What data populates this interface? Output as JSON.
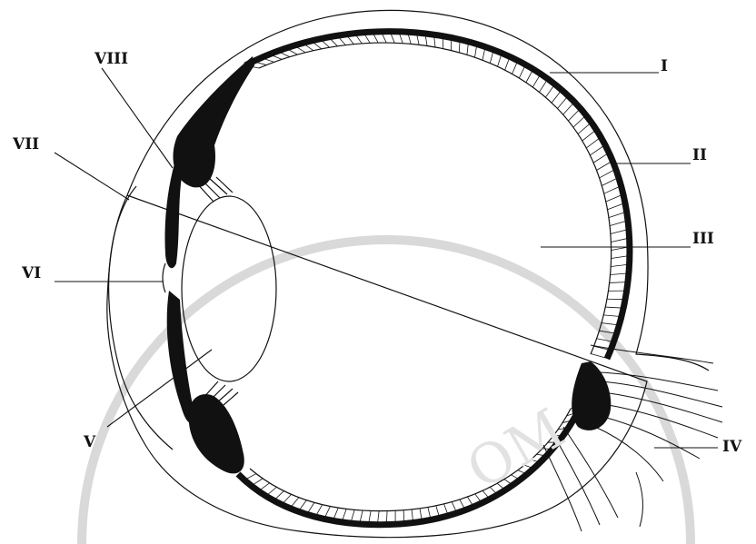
{
  "diagram": {
    "labels": {
      "I": "I",
      "II": "II",
      "III": "III",
      "IV": "IV",
      "V": "V",
      "VI": "VI",
      "VII": "VII",
      "VIII": "VIII"
    },
    "colors": {
      "ink": "#111111",
      "background": "#ffffff",
      "watermark": "#d9d9d9"
    }
  }
}
